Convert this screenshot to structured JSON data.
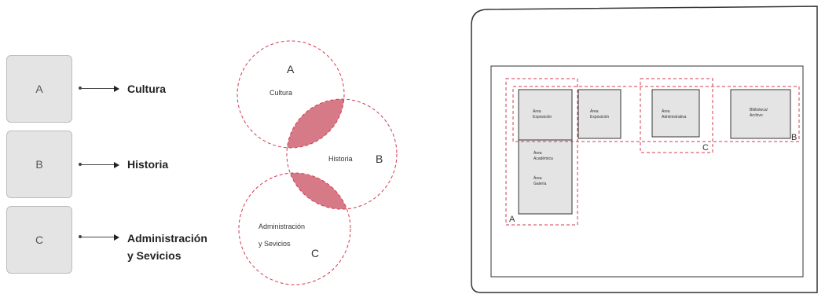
{
  "legend": {
    "items": [
      {
        "key": "A",
        "label": "Cultura"
      },
      {
        "key": "B",
        "label": "Historia"
      },
      {
        "key": "C",
        "label_line1": "Administración",
        "label_line2": "y Sevicios"
      }
    ]
  },
  "venn": {
    "circles": [
      {
        "letter": "A",
        "label": "Cultura"
      },
      {
        "letter": "B",
        "label": "Historia"
      },
      {
        "letter": "C",
        "label_line1": "Administración",
        "label_line2": "y Sevicios"
      }
    ],
    "overlap_color": "#d77a87",
    "dash_color": "#d43b4e"
  },
  "floorplan": {
    "rooms": [
      {
        "line1": "Área",
        "line2": "Exposición"
      },
      {
        "line1": "Área",
        "line2": "Exposición"
      },
      {
        "line1": "Área",
        "line2": "Administrativa"
      },
      {
        "line1": "Biblioteca/",
        "line2": "Archivo"
      },
      {
        "line1": "Área",
        "line2": "Académica"
      },
      {
        "line1": "Área",
        "line2": "Galería"
      }
    ],
    "zones": [
      "A",
      "B",
      "C"
    ]
  }
}
